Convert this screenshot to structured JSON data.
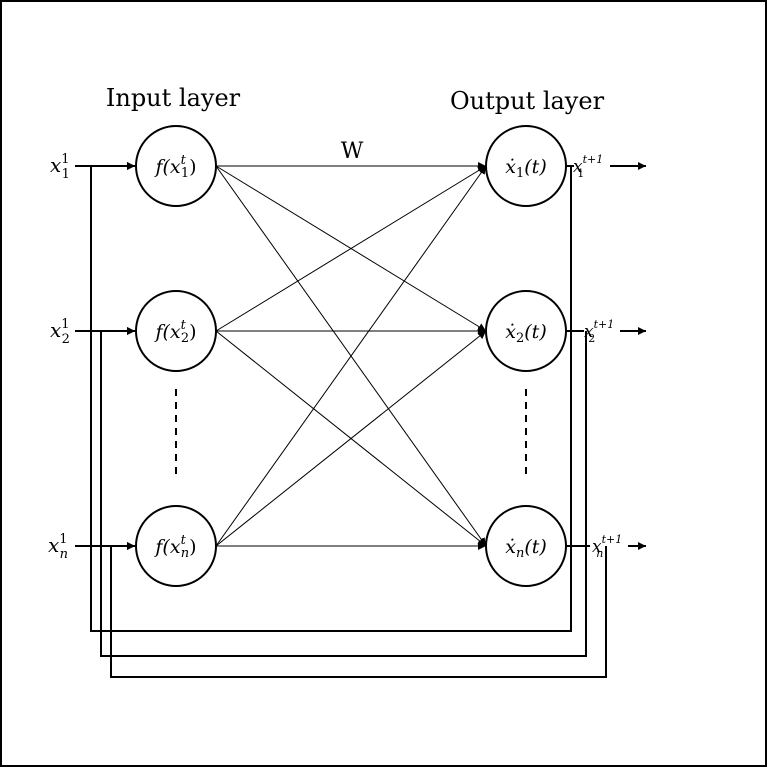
{
  "colors": {
    "stroke": "#000000",
    "background": "#ffffff"
  },
  "layers": {
    "input_title": "Input layer",
    "output_title": "Output layer"
  },
  "weight_label": "W",
  "input_nodes": [
    {
      "id": "1",
      "label": "f(x",
      "sub": "1",
      "sup": "t"
    },
    {
      "id": "2",
      "label": "f(x",
      "sub": "2",
      "sup": "t"
    },
    {
      "id": "n",
      "label": "f(x",
      "sub": "n",
      "sup": "t"
    }
  ],
  "output_nodes": [
    {
      "id": "1",
      "label": "ẋ",
      "sub": "1",
      "arg": "(t)"
    },
    {
      "id": "2",
      "label": "ẋ",
      "sub": "2",
      "arg": "(t)"
    },
    {
      "id": "n",
      "label": "ẋ",
      "sub": "n",
      "arg": "(t)"
    }
  ],
  "inputs": [
    {
      "base": "x",
      "sub": "1",
      "sup": "1"
    },
    {
      "base": "x",
      "sub": "2",
      "sup": "1"
    },
    {
      "base": "x",
      "sub": "n",
      "sup": "1"
    }
  ],
  "outputs": [
    {
      "base": "x",
      "sub": "1",
      "sup": "t+1"
    },
    {
      "base": "x",
      "sub": "2",
      "sup": "t+1"
    },
    {
      "base": "x",
      "sub": "n",
      "sup": "t+1"
    }
  ]
}
